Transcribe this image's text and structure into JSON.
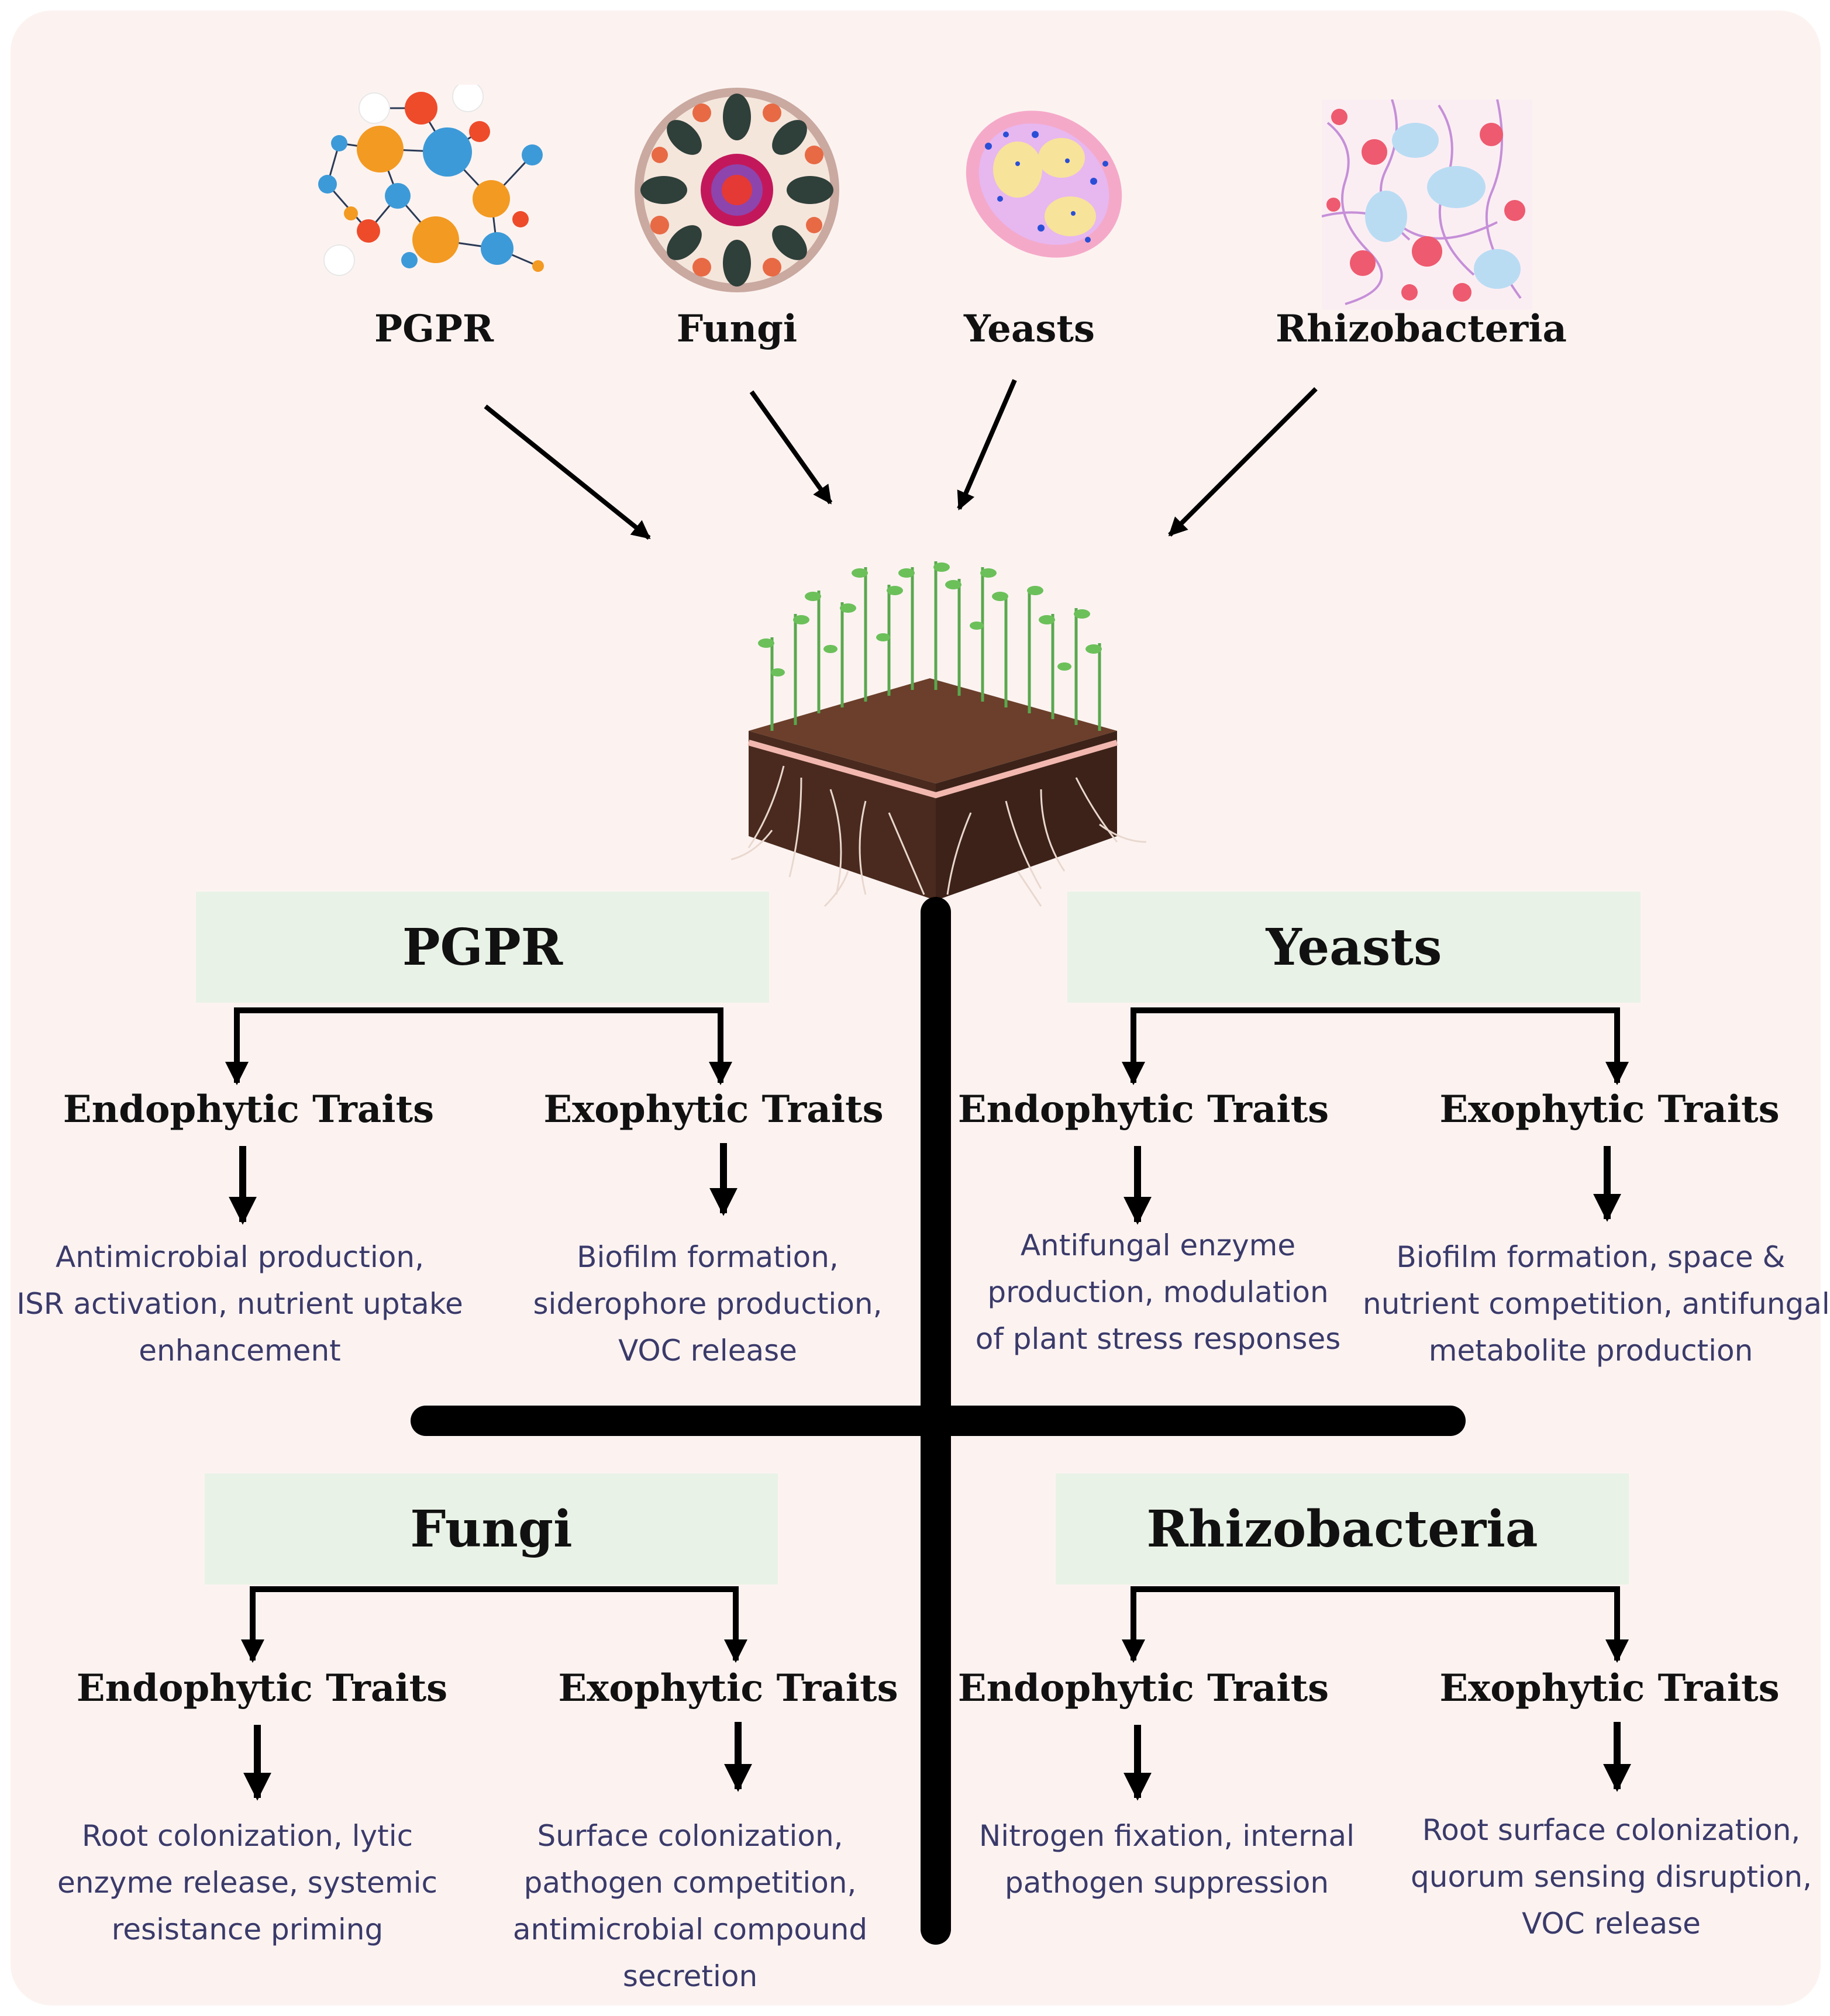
{
  "top_labels": {
    "pgpr": "PGPR",
    "fungi": "Fungi",
    "yeasts": "Yeasts",
    "rhizobacteria": "Rhizobacteria"
  },
  "groups": {
    "pgpr": {
      "title": "PGPR",
      "endophytic": {
        "title": "Endophytic Traits",
        "lines": [
          "Antimicrobial production,",
          "ISR activation, nutrient uptake",
          "enhancement"
        ]
      },
      "exophytic": {
        "title": "Exophytic Traits",
        "lines": [
          "Biofilm formation,",
          "siderophore production,",
          "VOC release"
        ]
      }
    },
    "yeasts": {
      "title": "Yeasts",
      "endophytic": {
        "title": "Endophytic Traits",
        "lines": [
          "Antifungal enzyme",
          "production, modulation",
          "of plant stress responses"
        ]
      },
      "exophytic": {
        "title": "Exophytic Traits",
        "lines": [
          "Biofilm formation, space &",
          "nutrient competition, antifungal",
          "metabolite production"
        ]
      }
    },
    "fungi": {
      "title": "Fungi",
      "endophytic": {
        "title": "Endophytic Traits",
        "lines": [
          "Root colonization, lytic",
          "enzyme release, systemic",
          "resistance priming"
        ]
      },
      "exophytic": {
        "title": "Exophytic Traits",
        "lines": [
          "Surface colonization,",
          "pathogen competition,",
          "antimicrobial compound",
          "secretion"
        ]
      }
    },
    "rhizobacteria": {
      "title": "Rhizobacteria",
      "endophytic": {
        "title": "Endophytic Traits",
        "lines": [
          "Nitrogen fixation, internal",
          "pathogen suppression"
        ]
      },
      "exophytic": {
        "title": "Exophytic Traits",
        "lines": [
          "Root surface colonization,",
          "quorum sensing disruption,",
          "VOC release"
        ]
      }
    }
  },
  "colors": {
    "box": "#e9f2e6",
    "background": "#fcf3f1",
    "desc_text": "#3a3a6a"
  },
  "icons": [
    "bacteria-network-icon",
    "fungi-cell-icon",
    "yeast-cell-icon",
    "rhizobacteria-pattern-icon",
    "soil-seedlings-icon"
  ]
}
